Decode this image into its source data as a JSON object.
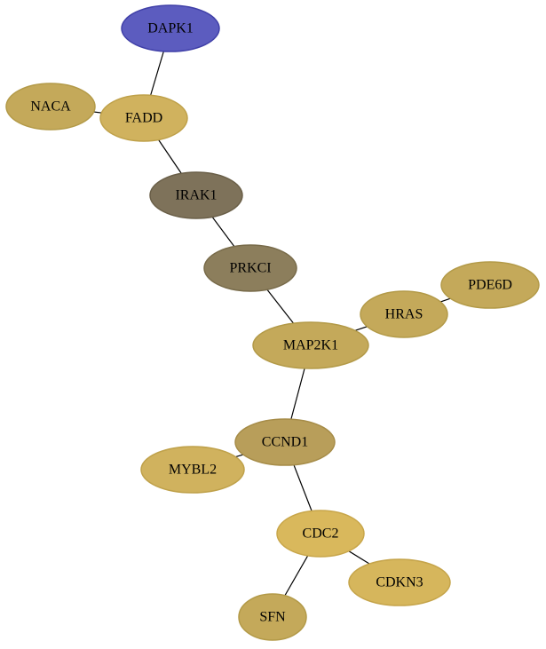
{
  "nodes": [
    {
      "id": "DAPK1",
      "label": "DAPK1",
      "fill": "#5c5cbf",
      "stroke": "#4040a8"
    },
    {
      "id": "NACA",
      "label": "NACA",
      "fill": "#c4a95a",
      "stroke": "#b39a48"
    },
    {
      "id": "FADD",
      "label": "FADD",
      "fill": "#d0b25e",
      "stroke": "#bfa14a"
    },
    {
      "id": "IRAK1",
      "label": "IRAK1",
      "fill": "#7e725a",
      "stroke": "#6a5f48"
    },
    {
      "id": "PRKCI",
      "label": "PRKCI",
      "fill": "#8c7e5c",
      "stroke": "#786b4a"
    },
    {
      "id": "PDE6D",
      "label": "PDE6D",
      "fill": "#c4a95a",
      "stroke": "#b39a48"
    },
    {
      "id": "HRAS",
      "label": "HRAS",
      "fill": "#c4a95a",
      "stroke": "#b39a48"
    },
    {
      "id": "MAP2K1",
      "label": "MAP2K1",
      "fill": "#c4a95a",
      "stroke": "#b39a48"
    },
    {
      "id": "CCND1",
      "label": "CCND1",
      "fill": "#b89e5a",
      "stroke": "#a68c48"
    },
    {
      "id": "MYBL2",
      "label": "MYBL2",
      "fill": "#d0b25e",
      "stroke": "#bfa14a"
    },
    {
      "id": "CDC2",
      "label": "CDC2",
      "fill": "#d9b85c",
      "stroke": "#c8a64a"
    },
    {
      "id": "CDKN3",
      "label": "CDKN3",
      "fill": "#d6b65c",
      "stroke": "#c5a44a"
    },
    {
      "id": "SFN",
      "label": "SFN",
      "fill": "#c4a95a",
      "stroke": "#b39a48"
    }
  ],
  "edges": [
    {
      "source": "DAPK1",
      "target": "FADD"
    },
    {
      "source": "NACA",
      "target": "FADD"
    },
    {
      "source": "FADD",
      "target": "IRAK1"
    },
    {
      "source": "IRAK1",
      "target": "PRKCI"
    },
    {
      "source": "PRKCI",
      "target": "MAP2K1"
    },
    {
      "source": "PDE6D",
      "target": "HRAS"
    },
    {
      "source": "HRAS",
      "target": "MAP2K1"
    },
    {
      "source": "MAP2K1",
      "target": "CCND1"
    },
    {
      "source": "MYBL2",
      "target": "CCND1"
    },
    {
      "source": "CCND1",
      "target": "CDC2"
    },
    {
      "source": "CDC2",
      "target": "CDKN3"
    },
    {
      "source": "CDC2",
      "target": "SFN"
    }
  ]
}
